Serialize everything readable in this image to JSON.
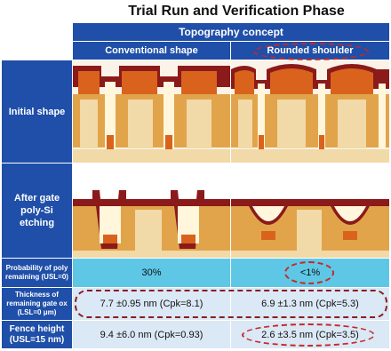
{
  "title": "Trial Run and Verification Phase",
  "header": {
    "concept": "Topography concept",
    "col1": "Conventional shape",
    "col2": "Rounded shoulder"
  },
  "rows": {
    "initial": "Initial shape",
    "after_gate": "After gate poly-Si etching",
    "prob_label": "Probability of poly remaining (USL=0)",
    "prob_col1": "30%",
    "prob_col2": "<1%",
    "thick_label": "Thickness of remaining gate ox (LSL=0 μm)",
    "thick_col1": "7.7 ±0.95 nm (Cpk=8.1)",
    "thick_col2": "6.9 ±1.3 nm (Cpk=5.3)",
    "fence_label": "Fence height (USL=15 nm)",
    "fence_col1": "9.4 ±6.0 nm (Cpk=0.93)",
    "fence_col2": "2.6 ±3.5 nm (Cpk=3.5)"
  },
  "colors": {
    "header_blue": "#1f4fa8",
    "cyan": "#5ec7e6",
    "light": "#dbe8f5",
    "maroon": "#8b1a1a",
    "orange": "#d9631c",
    "gold": "#e2a44a",
    "tan": "#f1d9a8"
  }
}
